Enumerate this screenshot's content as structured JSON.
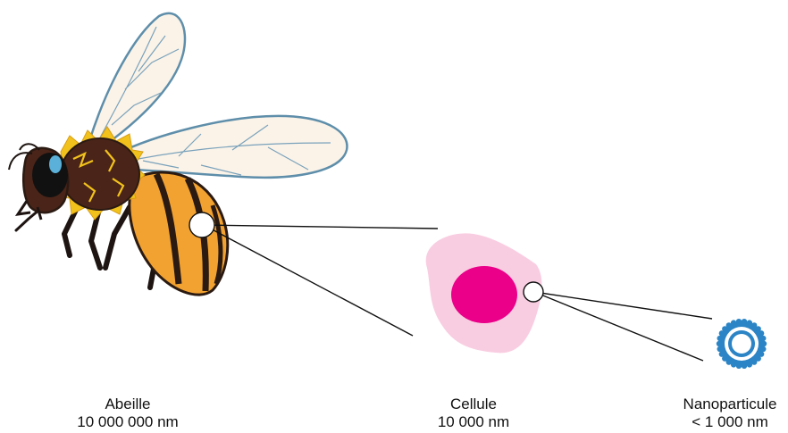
{
  "labels": {
    "bee": {
      "name": "Abeille",
      "size": "10 000 000 nm"
    },
    "cell": {
      "name": "Cellule",
      "size": "10 000 nm"
    },
    "nano": {
      "name": "Nanoparticule",
      "size": "< 1 000 nm"
    }
  },
  "colors": {
    "cell_body": "#f9cde1",
    "cell_nucleus": "#ea0089",
    "nanoparticle": "#2b84c5",
    "bee_body": "#4a2418",
    "bee_fur": "#f2c21c",
    "bee_abdomen": "#f2a230",
    "wing_fill": "#fbf3e8",
    "wing_outline": "#5e8eaa"
  }
}
